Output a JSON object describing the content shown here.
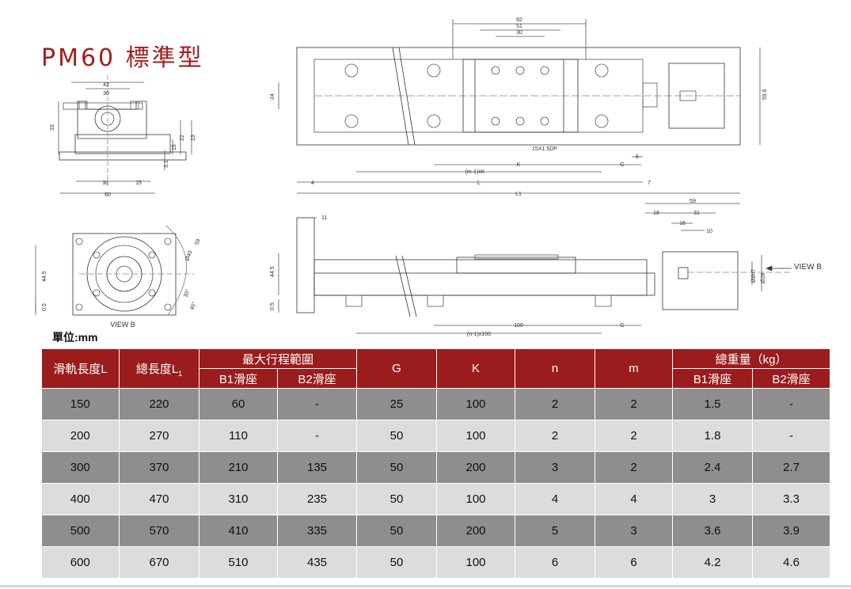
{
  "title": "PM60 標準型",
  "unit_label": "單位:mm",
  "drawings": {
    "end_view": {
      "w42": "42",
      "w30": "30",
      "h33": "33",
      "h22": "22",
      "h23": "23",
      "h15": "15",
      "h31": "3.1",
      "b30": "30",
      "b15": "15",
      "b60": "60"
    },
    "top_view": {
      "d82": "82",
      "d51": "51",
      "d30": "30",
      "d24": "24",
      "d596": "59.6",
      "tap": "15X1.5DP",
      "k": "K",
      "mk": "(m-1)xK",
      "g": "G",
      "d6": "6",
      "d4": "4",
      "l": "L",
      "d7": "7",
      "l1": "L1"
    },
    "flange_view": {
      "h445": "44.5",
      "h05": "0.5",
      "a30": "30°",
      "a45": "45°",
      "d40": "Ø40",
      "d59": "59",
      "view_b": "VIEW B"
    },
    "side_view": {
      "d11": "11",
      "h445": "44.5",
      "h05": "0.5",
      "d59": "59",
      "d18": "18",
      "d31": "31",
      "d16": "16",
      "d10": "10",
      "d100": "100",
      "n100": "(n-1)x100",
      "g": "G",
      "shaft": "Ø8h7",
      "boss": "Ø28",
      "view_b": "VIEW B"
    }
  },
  "table": {
    "col_rail": "滑軌長度L",
    "col_total": "總長度L",
    "total_sub": "1",
    "col_stroke": "最大行程範圍",
    "col_g": "G",
    "col_k": "K",
    "col_n": "n",
    "col_m": "m",
    "col_weight": "總重量（kg）",
    "sub_b1": "B1滑座",
    "sub_b2": "B2滑座",
    "rows": [
      [
        "150",
        "220",
        "60",
        "-",
        "25",
        "100",
        "2",
        "2",
        "1.5",
        "-"
      ],
      [
        "200",
        "270",
        "110",
        "-",
        "50",
        "100",
        "2",
        "2",
        "1.8",
        "-"
      ],
      [
        "300",
        "370",
        "210",
        "135",
        "50",
        "200",
        "3",
        "2",
        "2.4",
        "2.7"
      ],
      [
        "400",
        "470",
        "310",
        "235",
        "50",
        "100",
        "4",
        "4",
        "3",
        "3.3"
      ],
      [
        "500",
        "570",
        "410",
        "335",
        "50",
        "200",
        "5",
        "3",
        "3.6",
        "3.9"
      ],
      [
        "600",
        "670",
        "510",
        "435",
        "50",
        "100",
        "6",
        "6",
        "4.2",
        "4.6"
      ]
    ]
  }
}
